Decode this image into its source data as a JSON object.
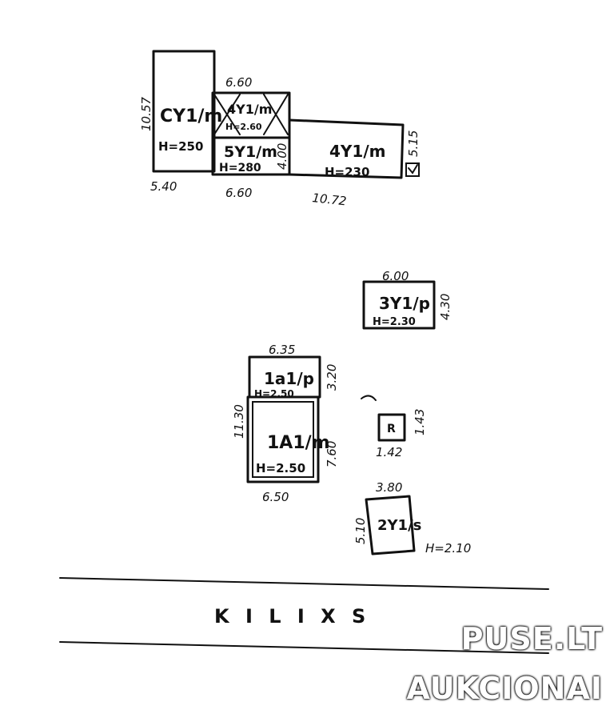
{
  "buildings": {
    "cy": {
      "name": "CY1/m",
      "height": "H=250",
      "dim_left": "10.57",
      "dim_bottom": "5.40"
    },
    "y4_small": {
      "name": "4Y1/m",
      "height": "H=2.60",
      "dim_top": "6.60"
    },
    "y5": {
      "name": "5Y1/m",
      "height": "H=280",
      "dim_right": "4.00",
      "dim_bottom": "6.60"
    },
    "y4": {
      "name": "4Y1/m",
      "height": "H=230",
      "dim_right": "5.15",
      "dim_bottom": "10.72"
    },
    "y3": {
      "name": "3Y1/p",
      "height": "H=2.30",
      "dim_top": "6.00",
      "dim_right": "4.30"
    },
    "a1p": {
      "name": "1a1/p",
      "height": "H=2.50",
      "dim_top": "6.35",
      "dim_right": "3.20"
    },
    "a1m": {
      "name": "1A1/m",
      "height": "H=2.50",
      "dim_left": "11.30",
      "dim_right": "7.60",
      "dim_bottom": "6.50"
    },
    "well": {
      "name": "R",
      "dim_right": "1.43",
      "dim_bottom": "1.42"
    },
    "y2": {
      "name": "2Y1/s",
      "height": "H=2.10",
      "dim_top": "3.80",
      "dim_left": "5.10"
    }
  },
  "street": {
    "name": "K I L I X S"
  },
  "watermark": {
    "line1": "PUSE.LT",
    "line2": "AUKCIONAI"
  }
}
